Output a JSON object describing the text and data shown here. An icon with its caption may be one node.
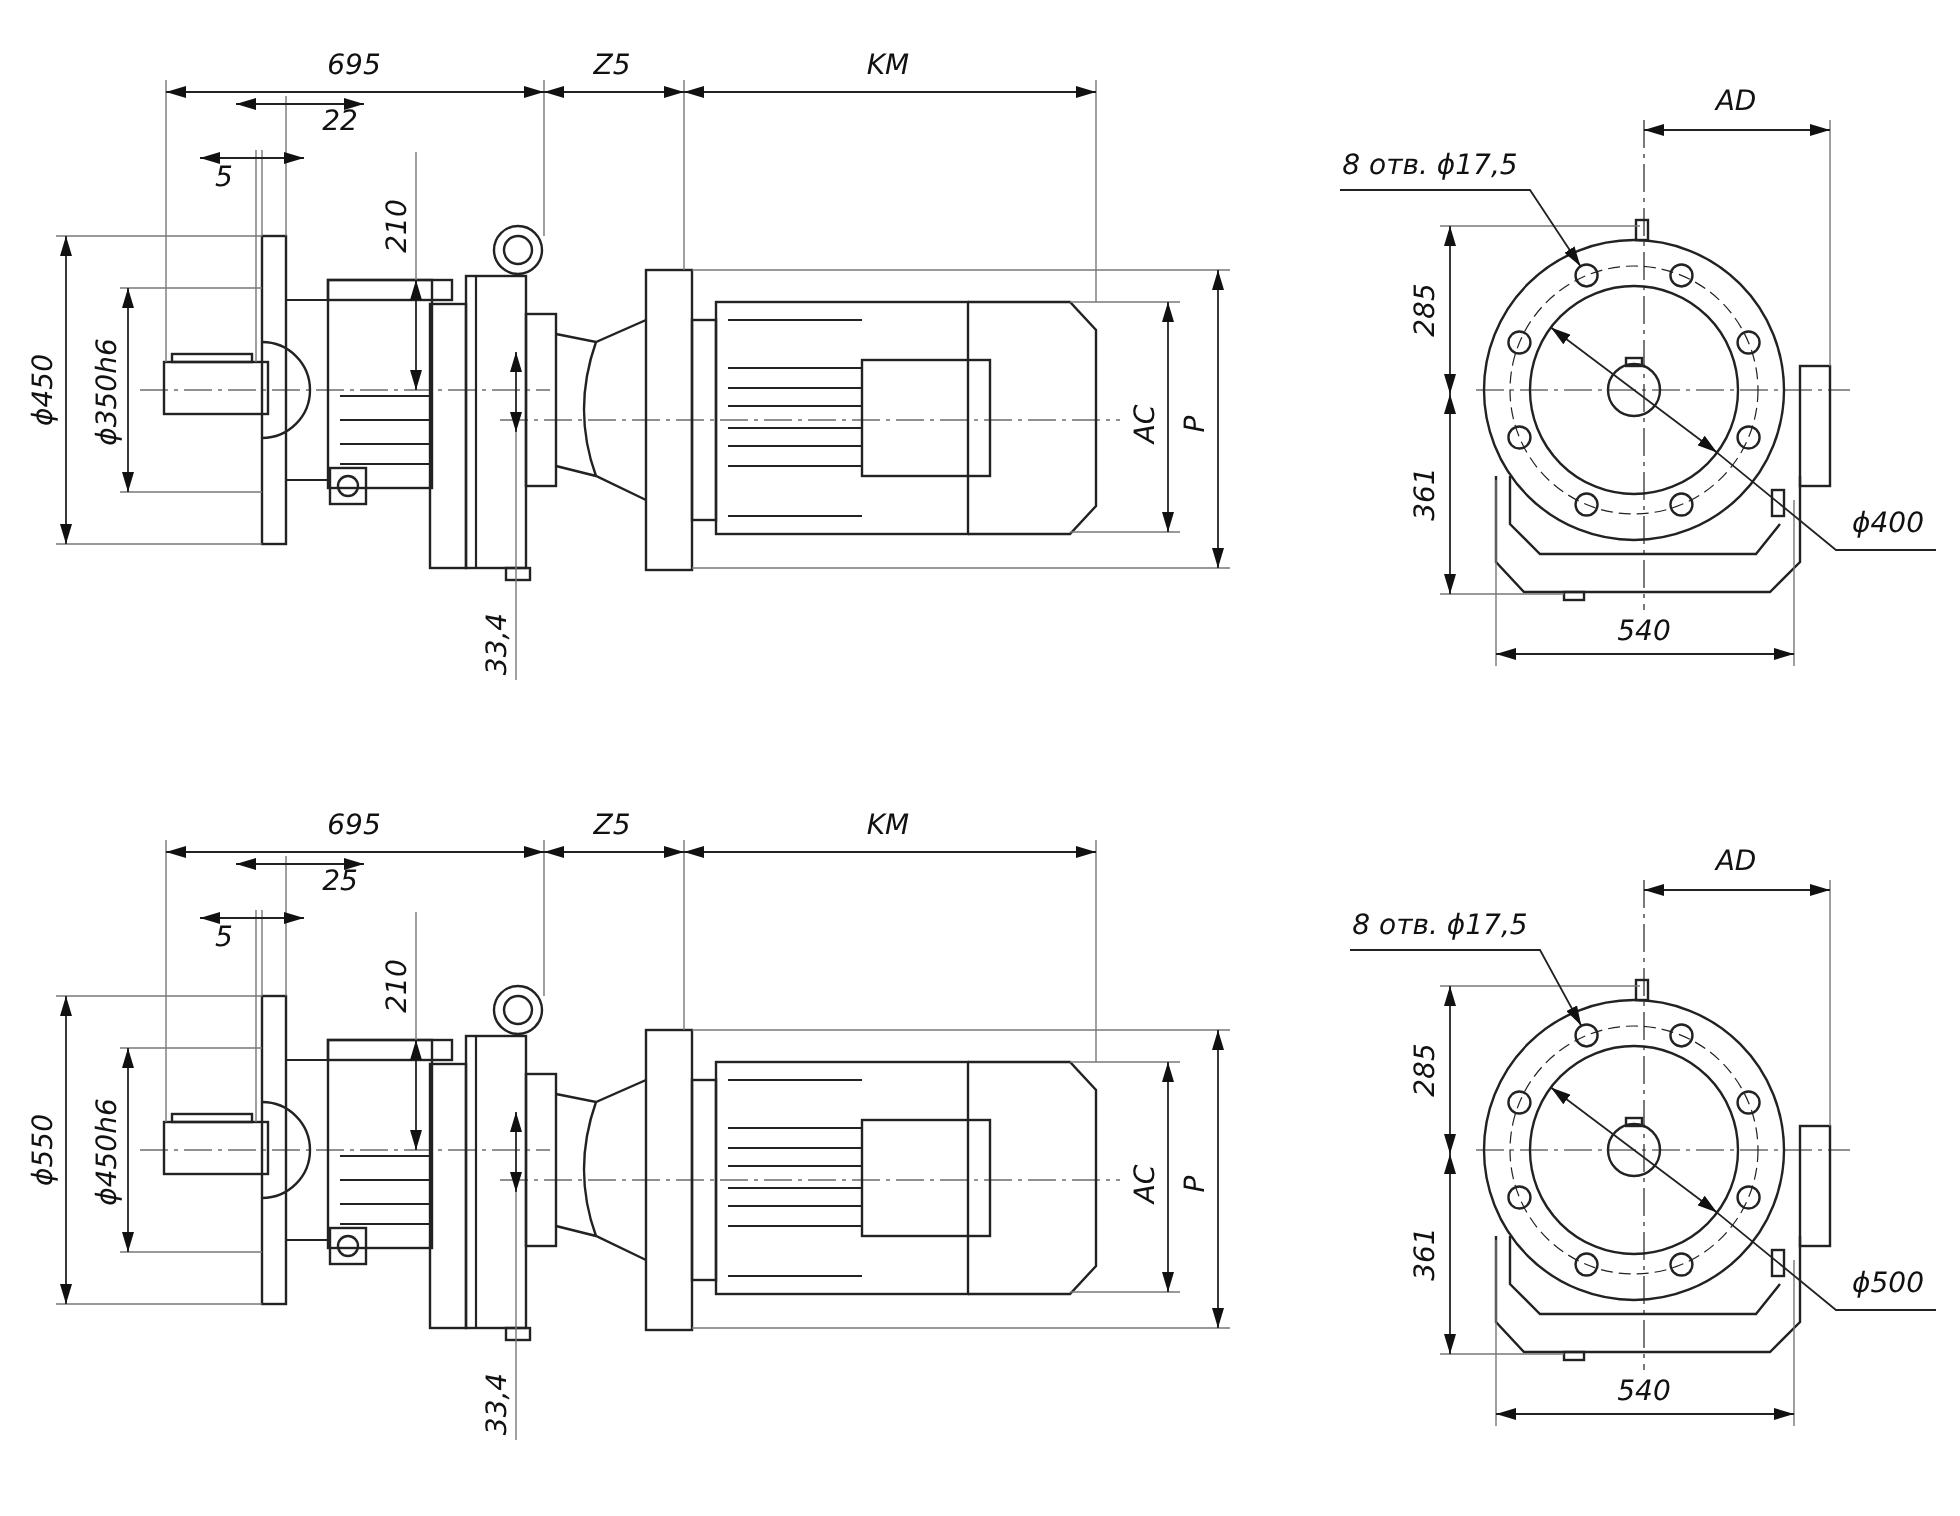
{
  "diagram": {
    "nodes": [
      {
        "text": [
          "8 отв. ϕ17,5"
        ]
      },
      {
        "text": [],
        "shape": "circle"
      },
      {
        "text": [
          "8 отв. ϕ17,5"
        ]
      },
      {
        "text": [],
        "shape": "circle"
      }
    ],
    "edges": [
      {
        "from": 0,
        "to": 1,
        "arrow": "to"
      },
      {
        "from": 2,
        "to": 3,
        "arrow": "to"
      }
    ],
    "labels": [
      "695",
      "Z5",
      "KM",
      "22",
      "5",
      "210",
      "ϕ450",
      "ϕ350h6",
      "AC",
      "P",
      "33,4",
      "AD",
      "285",
      "361",
      "ϕ400",
      "540",
      "695",
      "Z5",
      "KM",
      "25",
      "5",
      "210",
      "ϕ550",
      "ϕ450h6",
      "AC",
      "P",
      "33,4",
      "AD",
      "285",
      "361",
      "ϕ500",
      "540"
    ]
  }
}
